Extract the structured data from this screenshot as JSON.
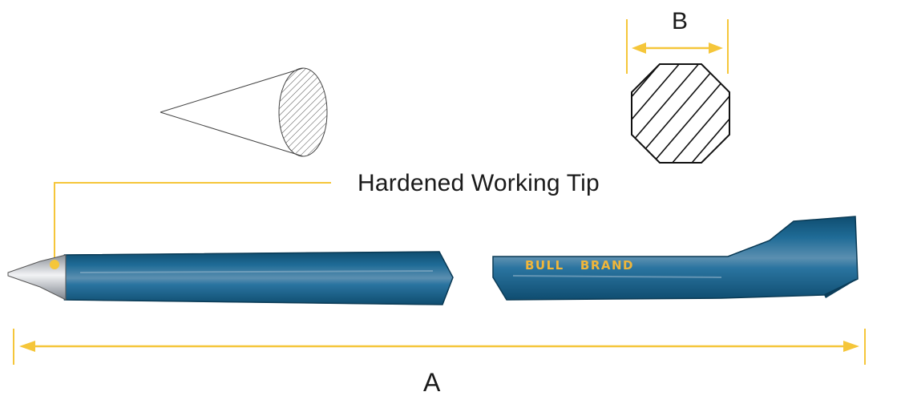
{
  "labels": {
    "diameter": "B",
    "tip": "Hardened Working Tip",
    "length": "A",
    "brand": "BULL   BRAND"
  },
  "colors": {
    "dimension_line": "#f5c63a",
    "tool_body": "#1f6b96",
    "tool_dark": "#0f4d70",
    "tip_metal": "#c9ccd2",
    "outline": "#222222",
    "brand_text": "#f0b63a"
  },
  "icons": [
    "cone-diagram-icon",
    "octagon-cross-section-icon",
    "arrow-left-icon",
    "arrow-right-icon"
  ]
}
